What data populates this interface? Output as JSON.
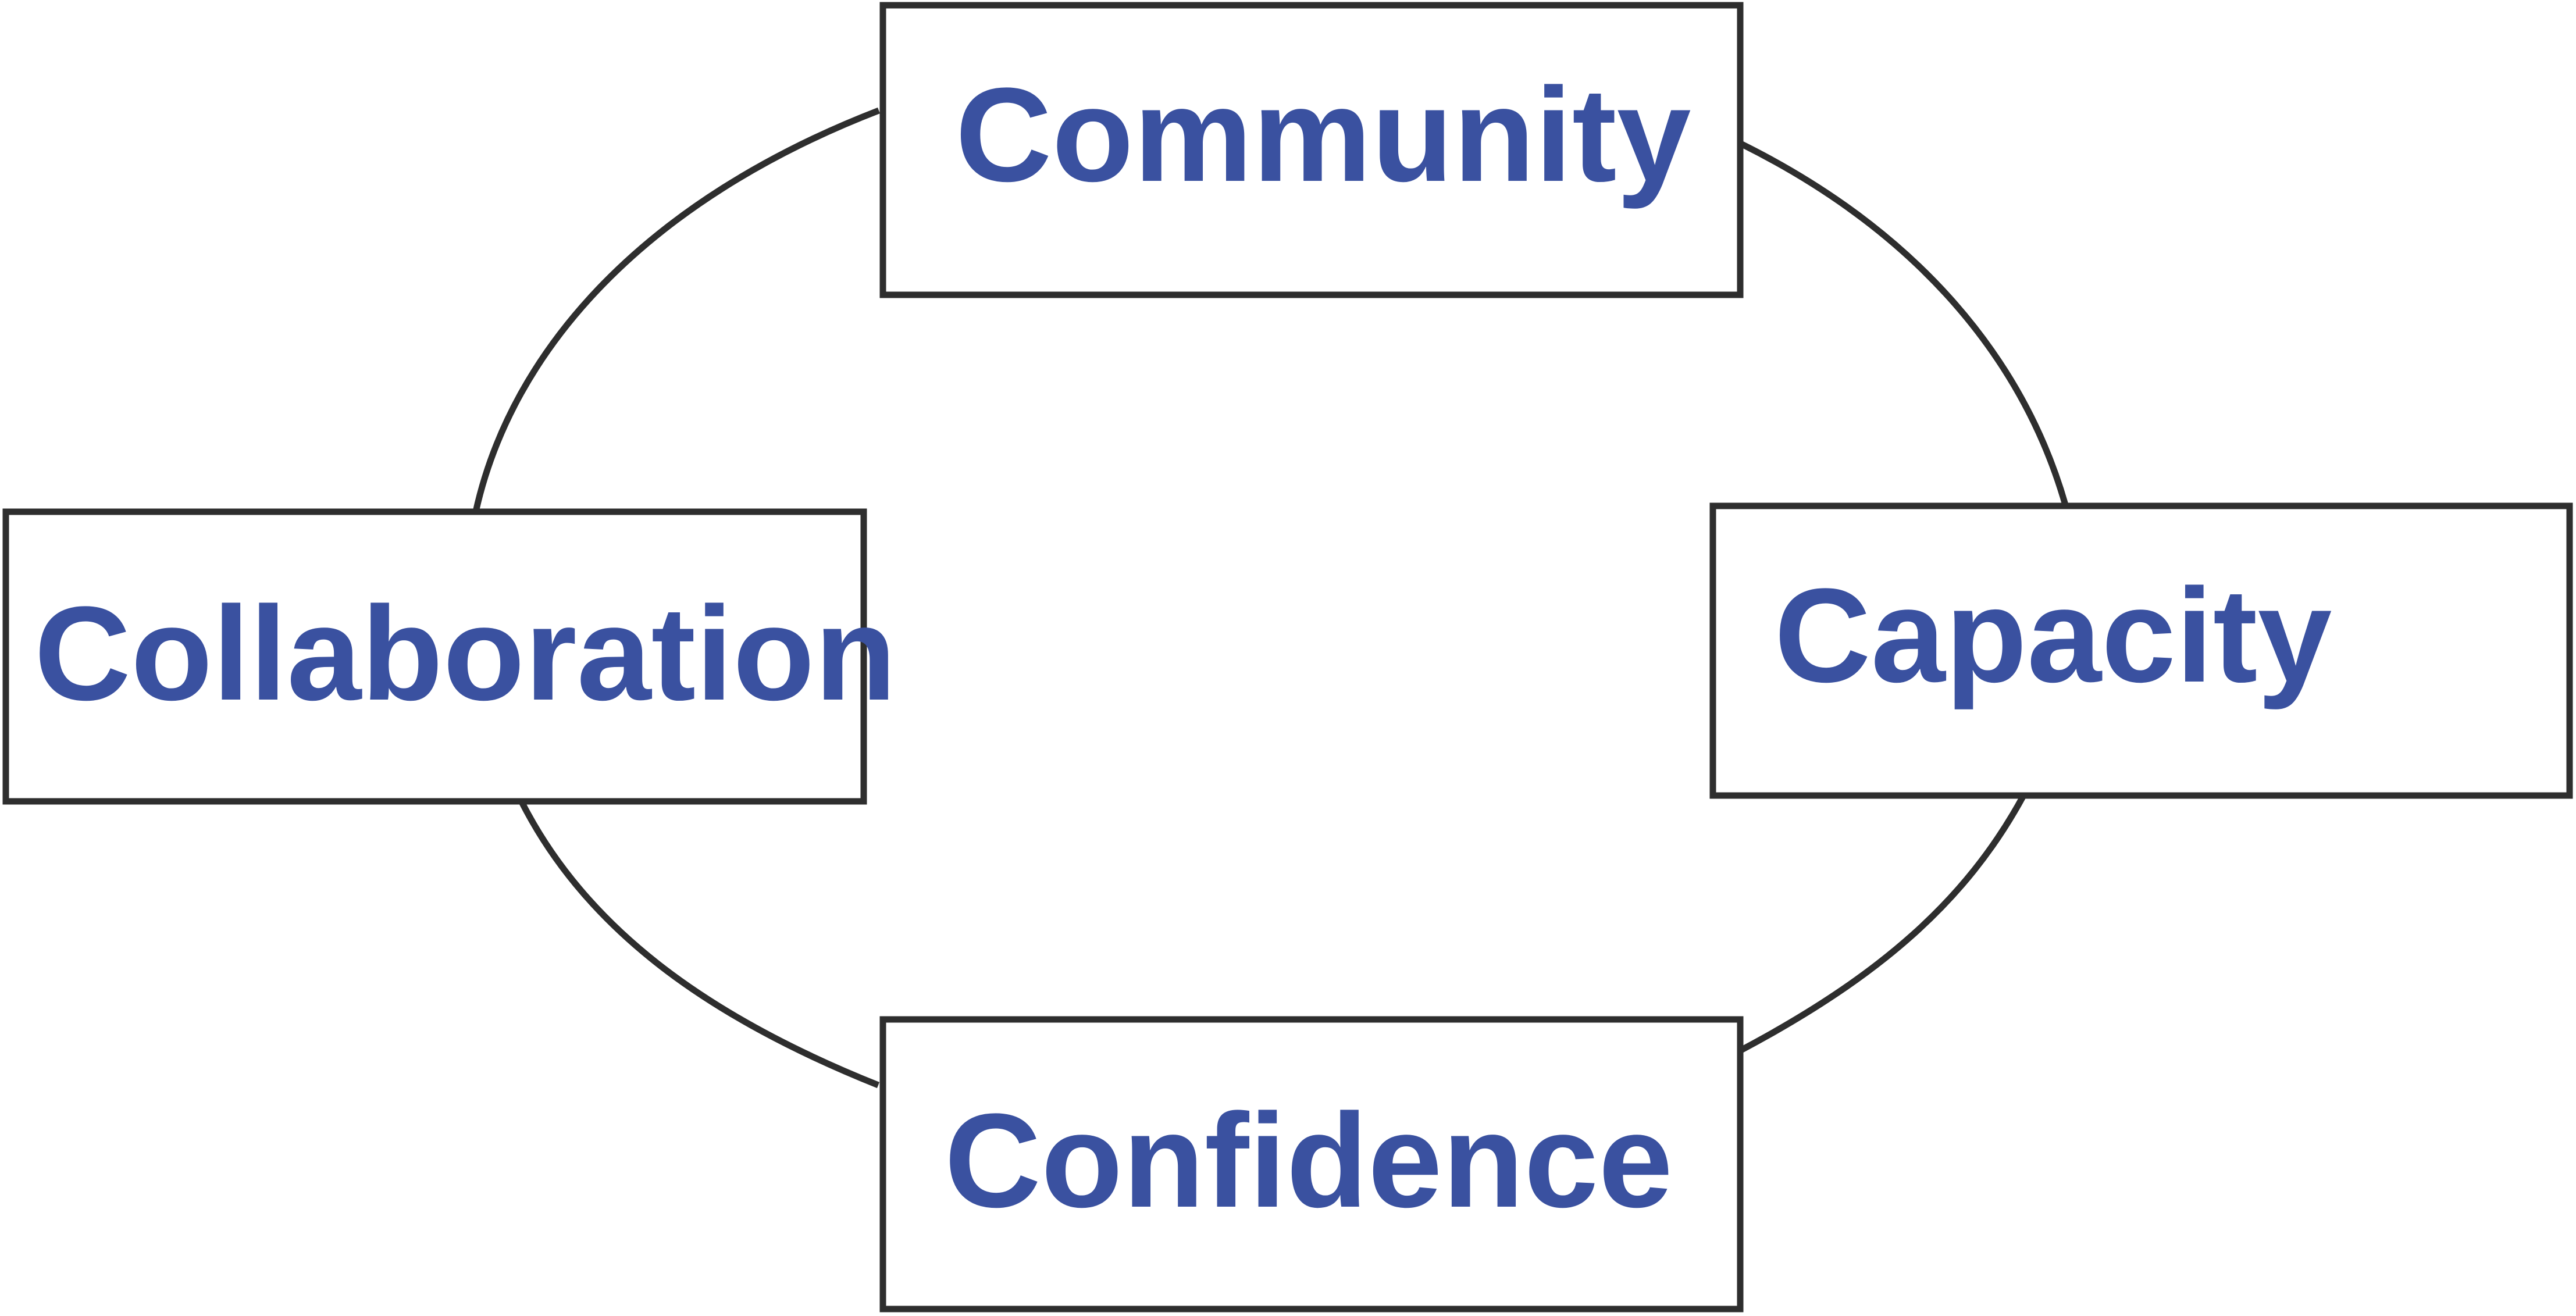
{
  "colors": {
    "text": "#3A51A0",
    "stroke": "#2E2E2E",
    "box_fill": "#FFFFFF",
    "background": "#FFFFFF"
  },
  "nodes": {
    "community": {
      "label": "Community"
    },
    "capacity": {
      "label": "Capacity"
    },
    "confidence": {
      "label": "Confidence"
    },
    "collaboration": {
      "label": "Collaboration"
    }
  }
}
